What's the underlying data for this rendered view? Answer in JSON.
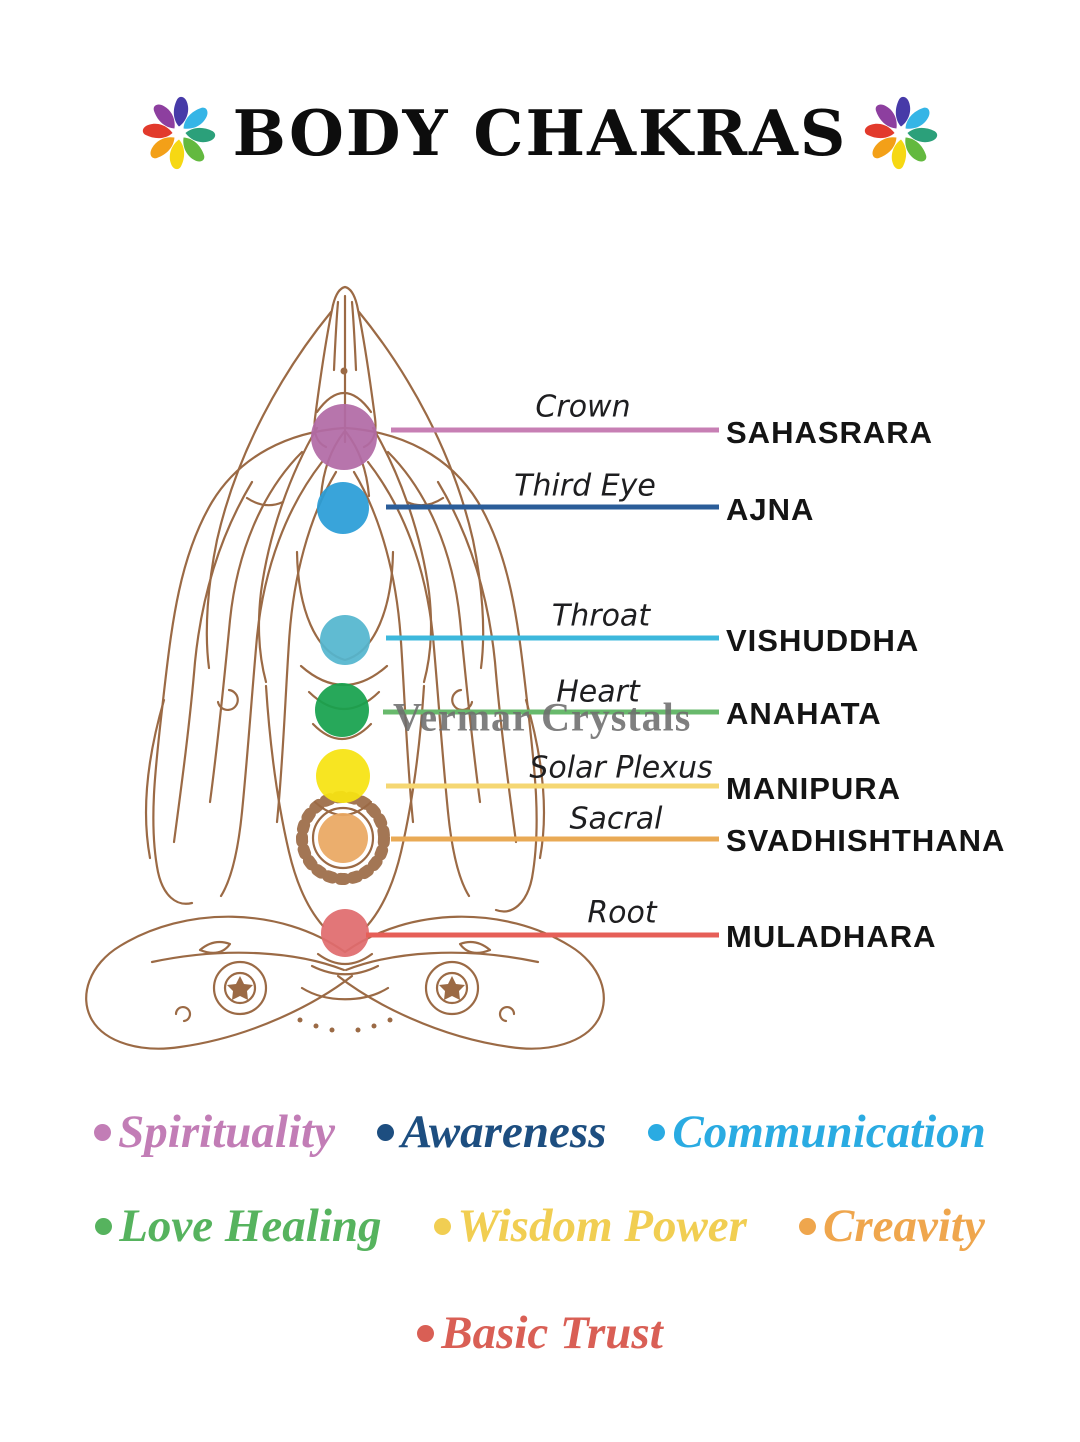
{
  "title": "BODY CHAKRAS",
  "watermark": "Vermar Crystals",
  "figure": {
    "line_color": "#9b6a45"
  },
  "lotus_icon_colors": [
    "#473aa8",
    "#35b5e6",
    "#2ba07a",
    "#63b93f",
    "#f6d813",
    "#f3a018",
    "#e23a2c",
    "#8d3f9f"
  ],
  "chakras": [
    {
      "common": "Crown",
      "sanskrit": "SAHASRARA",
      "color": "#b26ba6",
      "line_color": "#c77fb4"
    },
    {
      "common": "Third Eye",
      "sanskrit": "AJNA",
      "color": "#2b9ed8",
      "line_color": "#2b5d99"
    },
    {
      "common": "Throat",
      "sanskrit": "VISHUDDHA",
      "color": "#55b6cf",
      "line_color": "#3db8dc"
    },
    {
      "common": "Heart",
      "sanskrit": "ANAHATA",
      "color": "#17a24e",
      "line_color": "#68b96c"
    },
    {
      "common": "Solar Plexus",
      "sanskrit": "MANIPURA",
      "color": "#f7e412",
      "line_color": "#f5d773"
    },
    {
      "common": "Sacral",
      "sanskrit": "SVADHISHTHANA",
      "color": "#eaa862",
      "line_color": "#e9aa55"
    },
    {
      "common": "Root",
      "sanskrit": "MULADHARA",
      "color": "#e06c6e",
      "line_color": "#e65f58"
    }
  ],
  "qualities": [
    {
      "label": "Spirituality",
      "color": "#c27db6"
    },
    {
      "label": "Awareness",
      "color": "#1d4e80"
    },
    {
      "label": "Communication",
      "color": "#2aabe2"
    },
    {
      "label": "Love Healing",
      "color": "#56b35e"
    },
    {
      "label": "Wisdom Power",
      "color": "#f1ce52"
    },
    {
      "label": "Creavity",
      "color": "#efa64d"
    },
    {
      "label": "Basic Trust",
      "color": "#d95f55"
    }
  ]
}
